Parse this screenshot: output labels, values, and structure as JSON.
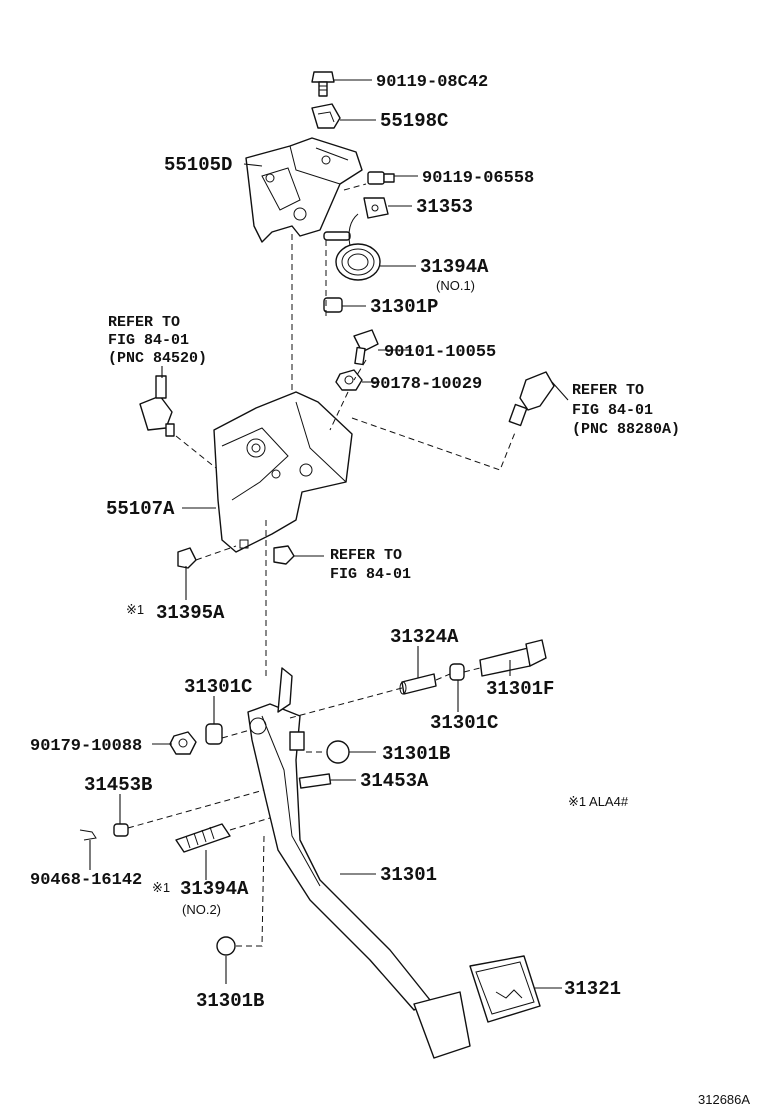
{
  "parts": {
    "p1": "90119-08C42",
    "p2": "55198C",
    "p3": "55105D",
    "p4": "90119-06558",
    "p5": "31353",
    "p6": "31394A",
    "p6_note": "(NO.1)",
    "p7": "31301P",
    "p8": "90101-10055",
    "p9": "90178-10029",
    "p10": "55107A",
    "p11": "31395A",
    "p12": "31324A",
    "p13": "31301F",
    "p14": "31301C",
    "p15": "31301C",
    "p16": "90179-10088",
    "p17": "31301B",
    "p18": "31453A",
    "p19": "31453B",
    "p20": "90468-16142",
    "p21": "31394A",
    "p21_note": "(NO.2)",
    "p22": "31301",
    "p23": "31321",
    "p24": "31301B"
  },
  "refs": {
    "r1": [
      "REFER TO",
      "FIG 84-01",
      "(PNC 84520)"
    ],
    "r2": [
      "REFER TO",
      "FIG 84-01",
      "(PNC 88280A)"
    ],
    "r3": [
      "REFER TO",
      "FIG 84-01"
    ]
  },
  "marks": {
    "asterisk": "※1",
    "footnote": "※1 ALA4#"
  },
  "figure_id": "312686A"
}
